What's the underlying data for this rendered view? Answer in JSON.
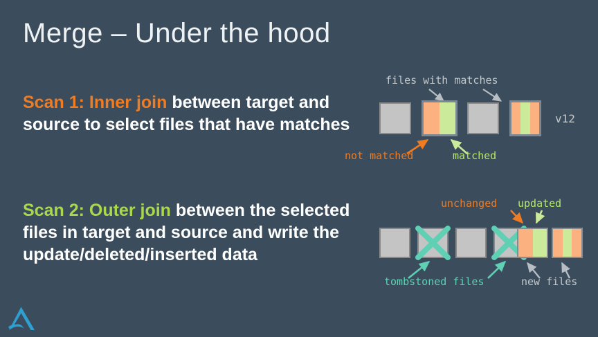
{
  "slide": {
    "title": "Merge – Under the hood",
    "background_color": "#3b4d5c"
  },
  "colors": {
    "accent_orange": "#ef7b22",
    "accent_green": "#a9d94a",
    "label_green": "#b5e86a",
    "label_teal": "#5fd0b4",
    "label_gray": "#c3c8cb",
    "text_white": "#ffffff",
    "file_gray": "#c4c4c4",
    "file_orange": "#fcb280",
    "file_green": "#cbeb9a",
    "logo_blue": "#2e9fd0"
  },
  "body": [
    {
      "id": "scan1",
      "lead": "Scan 1: Inner join",
      "lead_color": "#ef7b22",
      "rest": " between target and source to select files that have matches"
    },
    {
      "id": "scan2",
      "lead": "Scan 2: Outer join",
      "lead_color": "#a9d94a",
      "rest": " between the selected files in target and source and write the update/deleted/inserted data"
    }
  ],
  "diagrams": [
    {
      "id": "top",
      "version_label": "v12",
      "top_label": "files with matches",
      "boxes": [
        {
          "index": 0,
          "kind": "gray",
          "segments": [
            "gray"
          ]
        },
        {
          "index": 1,
          "kind": "orange-green",
          "segments": [
            "orange",
            "green"
          ]
        },
        {
          "index": 2,
          "kind": "gray",
          "segments": [
            "gray"
          ]
        },
        {
          "index": 3,
          "kind": "orange-green-orange",
          "segments": [
            "orange",
            "green",
            "orange"
          ]
        }
      ],
      "callouts": [
        {
          "text": "files with matches",
          "color": "#c3c8cb",
          "points_to": [
            1,
            3
          ]
        },
        {
          "text": "not matched",
          "color": "#ef7b22",
          "points_to": [
            1
          ]
        },
        {
          "text": "matched",
          "color": "#b5e86a",
          "points_to": [
            1
          ]
        }
      ]
    },
    {
      "id": "bottom",
      "boxes": [
        {
          "index": 0,
          "kind": "gray",
          "segments": [
            "gray"
          ],
          "tombstoned": false
        },
        {
          "index": 1,
          "kind": "gray-tombstoned",
          "segments": [
            "gray"
          ],
          "tombstoned": true
        },
        {
          "index": 2,
          "kind": "gray",
          "segments": [
            "gray"
          ],
          "tombstoned": false
        },
        {
          "index": 3,
          "kind": "gray-tombstoned",
          "segments": [
            "gray"
          ],
          "tombstoned": true
        },
        {
          "index": 4,
          "kind": "orange-green",
          "segments": [
            "orange",
            "green"
          ],
          "tombstoned": false
        },
        {
          "index": 5,
          "kind": "orange-green-orange",
          "segments": [
            "orange",
            "green",
            "orange"
          ],
          "tombstoned": false
        }
      ],
      "callouts": [
        {
          "text": "unchanged",
          "color": "#ef7b22",
          "points_to": [
            4
          ]
        },
        {
          "text": "updated",
          "color": "#b5e86a",
          "points_to": [
            4
          ]
        },
        {
          "text": "tombstoned files",
          "color": "#5fd0b4",
          "points_to": [
            1,
            3
          ]
        },
        {
          "text": "new files",
          "color": "#c3c8cb",
          "points_to": [
            4,
            5
          ]
        }
      ]
    }
  ],
  "logo": {
    "name": "delta-lake-logo",
    "color": "#2e9fd0"
  }
}
